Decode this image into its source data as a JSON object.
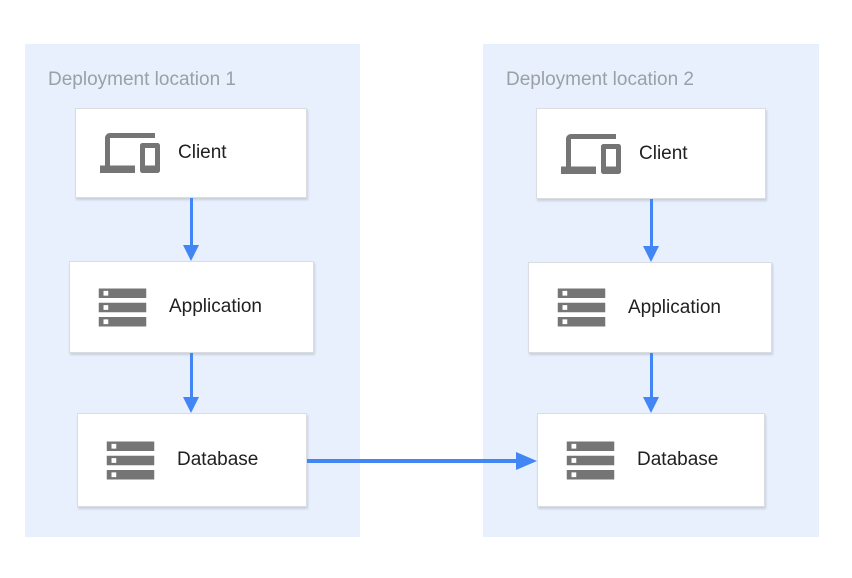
{
  "colors": {
    "panel-bg": "#e8f0fe",
    "arrow-blue": "#4285f4",
    "icon-gray": "#757575",
    "title-gray": "#9aa0a6",
    "label-dark": "#212121",
    "node-bg": "#ffffff",
    "node-border": "#d9dce1"
  },
  "panels": [
    {
      "title": "Deployment location 1",
      "nodes": [
        {
          "label": "Client",
          "icon": "devices-icon"
        },
        {
          "label": "Application",
          "icon": "storage-icon"
        },
        {
          "label": "Database",
          "icon": "storage-icon"
        }
      ]
    },
    {
      "title": "Deployment location 2",
      "nodes": [
        {
          "label": "Client",
          "icon": "devices-icon"
        },
        {
          "label": "Application",
          "icon": "storage-icon"
        },
        {
          "label": "Database",
          "icon": "storage-icon"
        }
      ]
    }
  ],
  "arrows": [
    {
      "name": "client-to-application-1",
      "direction": "down"
    },
    {
      "name": "application-to-database-1",
      "direction": "down"
    },
    {
      "name": "client-to-application-2",
      "direction": "down"
    },
    {
      "name": "application-to-database-2",
      "direction": "down"
    },
    {
      "name": "database1-to-database2",
      "direction": "right"
    }
  ]
}
